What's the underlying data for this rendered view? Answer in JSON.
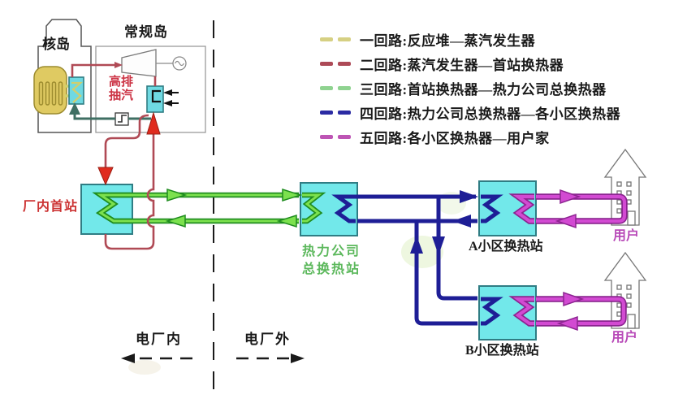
{
  "diagram": {
    "legend": {
      "items": [
        {
          "text": "一回路:反应堆—蒸汽发生器",
          "color": "#d6d083"
        },
        {
          "text": "二回路:蒸汽发生器—首站换热器",
          "color": "#ad4a57"
        },
        {
          "text": "三回路:首站换热器—热力公司总换热器",
          "color": "#8fd390"
        },
        {
          "text": "四回路:热力公司总换热器—各小区换热器",
          "color": "#2b2ba3"
        },
        {
          "text": "五回路:各小区换热器—用户家",
          "color": "#bd54b4"
        }
      ]
    },
    "nuclear_island": {
      "label": "核岛"
    },
    "conventional_island": {
      "label": "常规岛",
      "extraction_line1": "高排",
      "extraction_line2": "抽汽"
    },
    "stations": {
      "plant_first_station": {
        "label": "厂内首站"
      },
      "thermal_company": {
        "label_line1": "热力公司",
        "label_line2": "总换热站"
      },
      "district_a": {
        "label": "A小区换热站"
      },
      "district_b": {
        "label": "B小区换热站"
      }
    },
    "users": {
      "label_a": "用户",
      "label_b": "用户"
    },
    "regions": {
      "inside_plant": "电厂内",
      "outside_plant": "电厂外"
    },
    "colors": {
      "circuit1_primary": "#d6d083",
      "circuit2_steam": "#b04a55",
      "circuit3_green": "#7ce14e",
      "circuit4_blue": "#1e1e96",
      "circuit5_magenta": "#d24ad2",
      "station_box_fill": "#72e8ea",
      "station_box_border": "#2f7d84",
      "reactor_vessel": "#dfca62",
      "feedwater_teal": "#3f6f63",
      "big_arrow_red": "#e02b1e",
      "label_red": "#cc3333",
      "label_green": "#5cb85c",
      "label_magenta": "#b84ab8"
    }
  }
}
